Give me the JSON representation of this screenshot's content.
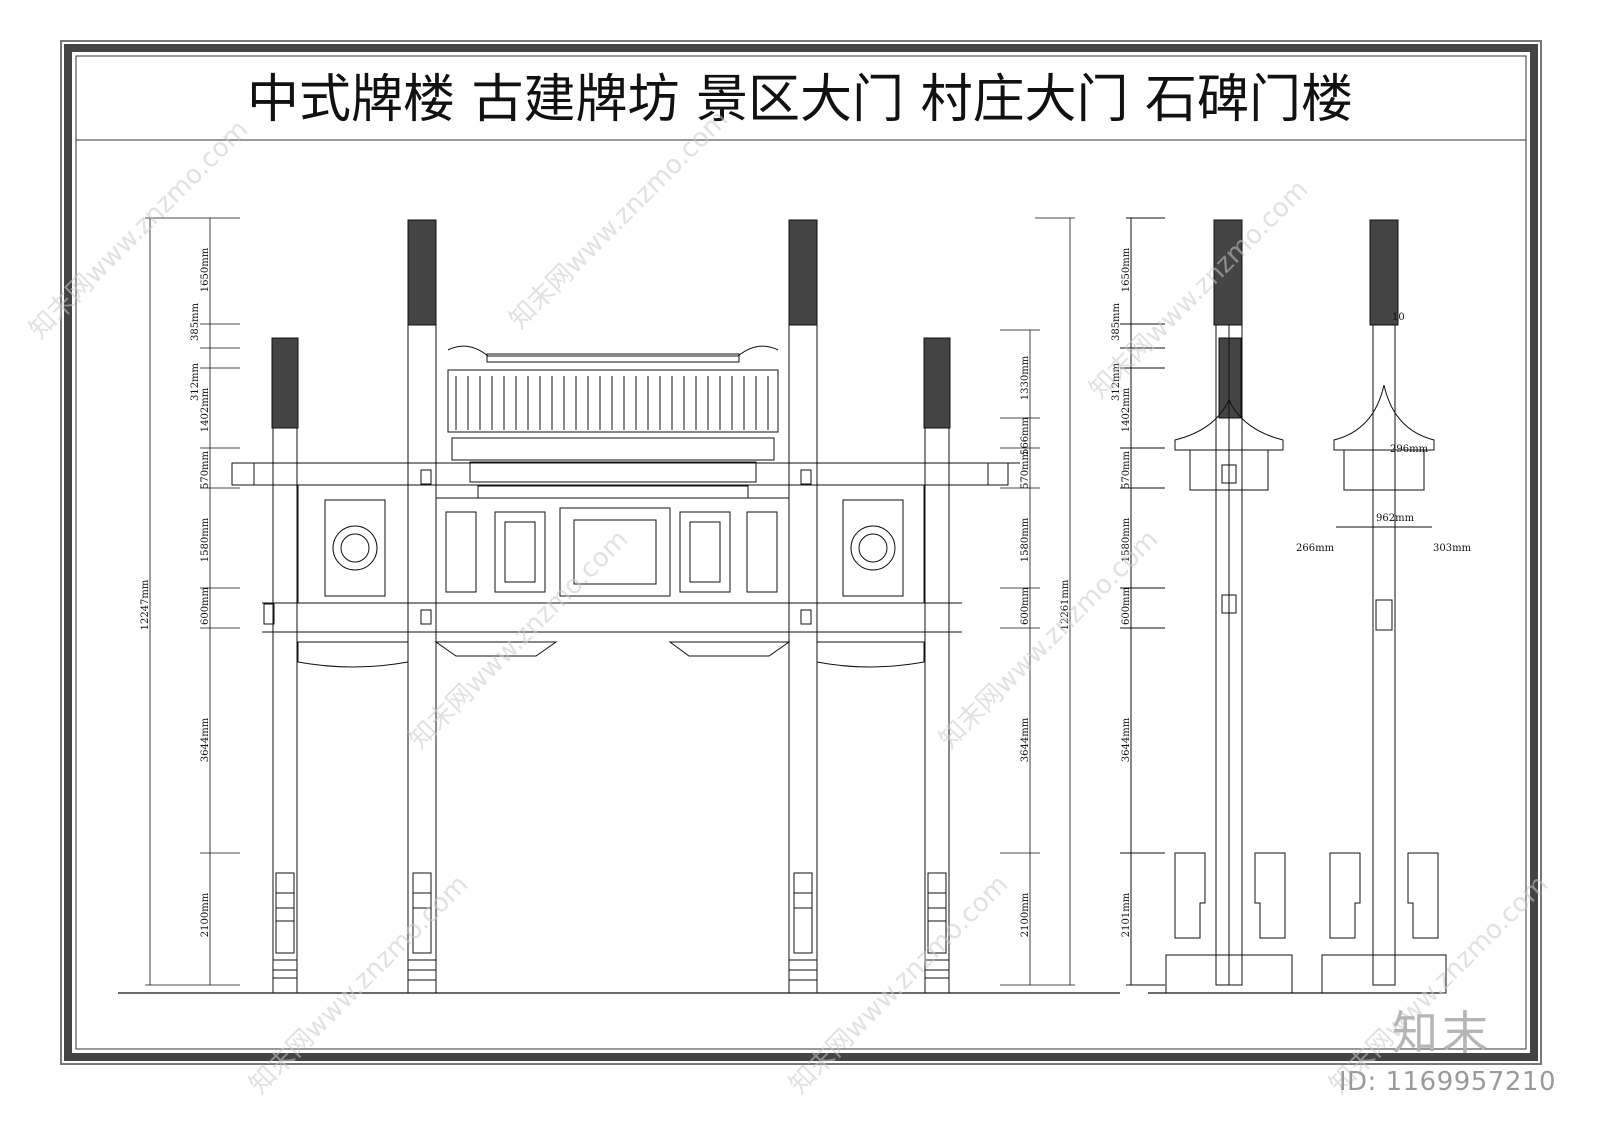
{
  "title": "中式牌楼  古建牌坊  景区大门  村庄大门  石碑门楼",
  "watermark": "知末网www.znzmo.com",
  "brand_logo": "知末",
  "image_id": "ID: 1169957210",
  "left_elevation": {
    "total_height": "12247mm",
    "segments": [
      "1650mm",
      "385mm",
      "312mm",
      "1402mm",
      "570mm",
      "1580mm",
      "600mm",
      "3644mm",
      "2100mm"
    ],
    "center_segments": [
      "1330mm",
      "566mm",
      "570mm",
      "1580mm",
      "600mm",
      "12261mm",
      "3644mm",
      "2100mm"
    ]
  },
  "side_elevation": {
    "segments": [
      "1650mm",
      "385mm",
      "312mm",
      "1402mm",
      "570mm",
      "1580mm",
      "600mm",
      "3644mm",
      "2101mm"
    ],
    "details": [
      "296mm",
      "962mm",
      "266mm",
      "303mm",
      "10"
    ]
  },
  "colors": {
    "line": "#111111",
    "frame": "#555555",
    "watermark": "#c9c9c9"
  }
}
